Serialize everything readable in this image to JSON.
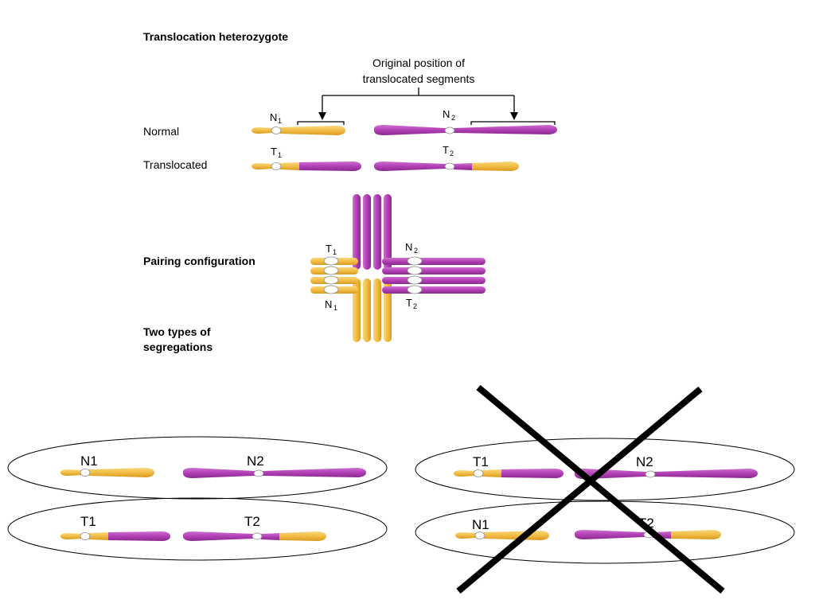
{
  "header": {
    "title": "Translocation heterozygote",
    "original_line1": "Original position of",
    "original_line2": "translocated segments"
  },
  "rows": {
    "normal": "Normal",
    "translocated": "Translocated",
    "pairing": "Pairing configuration",
    "two_types_line1": "Two types of",
    "two_types_line2": "segregations"
  },
  "chromosome_labels": {
    "n": "N",
    "t": "T",
    "sub1": "1",
    "sub2": "2"
  },
  "segregation": {
    "left_top_a": "N1",
    "left_top_b": "N2",
    "left_bottom_a": "T1",
    "left_bottom_b": "T2",
    "right_top_a": "T1",
    "right_top_b": "N2",
    "right_bottom_a": "N1",
    "right_bottom_b": "T2"
  },
  "colors": {
    "yellow": "#f2bd45",
    "purple": "#b13fb5",
    "cross": "#000000"
  }
}
